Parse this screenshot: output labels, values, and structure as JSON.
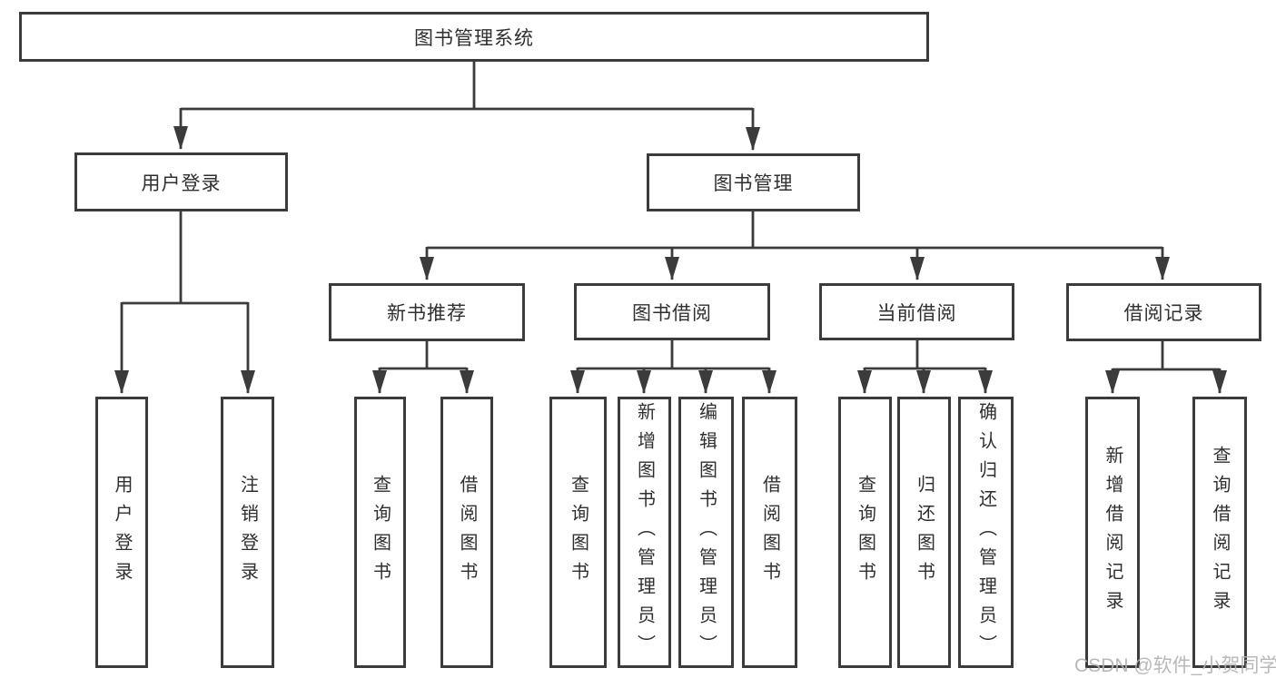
{
  "diagram_title": "图书管理系统",
  "root": {
    "label": "图书管理系统"
  },
  "level2": [
    {
      "id": "user-login",
      "label": "用户登录"
    },
    {
      "id": "book-management",
      "label": "图书管理"
    }
  ],
  "level3": [
    {
      "id": "new-book-recommend",
      "label": "新书推荐",
      "parent": "图书管理"
    },
    {
      "id": "book-borrow",
      "label": "图书借阅",
      "parent": "图书管理"
    },
    {
      "id": "current-borrow",
      "label": "当前借阅",
      "parent": "图书管理"
    },
    {
      "id": "borrow-record",
      "label": "借阅记录",
      "parent": "图书管理"
    }
  ],
  "leaves": [
    {
      "label": "用户登录",
      "parent": "用户登录"
    },
    {
      "label": "注销登录",
      "parent": "用户登录"
    },
    {
      "label": "查询图书",
      "parent": "新书推荐"
    },
    {
      "label": "借阅图书",
      "parent": "新书推荐"
    },
    {
      "label": "查询图书",
      "parent": "图书借阅"
    },
    {
      "label": "新增图书（管理员）",
      "parent": "图书借阅"
    },
    {
      "label": "编辑图书（管理员）",
      "parent": "图书借阅"
    },
    {
      "label": "借阅图书",
      "parent": "图书借阅"
    },
    {
      "label": "查询图书",
      "parent": "当前借阅"
    },
    {
      "label": "归还图书",
      "parent": "当前借阅"
    },
    {
      "label": "确认归还（管理员）",
      "parent": "当前借阅"
    },
    {
      "label": "新增借阅记录",
      "parent": "借阅记录"
    },
    {
      "label": "查询借阅记录",
      "parent": "借阅记录"
    }
  ],
  "watermark": {
    "text": "CSDN @软件_小贺同学"
  },
  "colors": {
    "line": "#3b3b3b",
    "box_border": "#3b3b3b",
    "text": "#2f2f2f",
    "watermark": "#b3b3b3",
    "background": "#ffffff"
  }
}
